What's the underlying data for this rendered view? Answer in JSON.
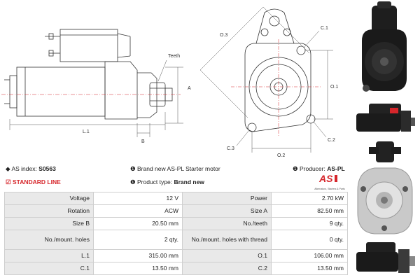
{
  "diagram": {
    "labels": {
      "teeth": "Teeth",
      "a": "A",
      "b": "B",
      "l1": "L.1",
      "o1": "O.1",
      "o2": "O.2",
      "o3": "O.3",
      "c1": "C.1",
      "c2": "C.2",
      "c3": "C.3"
    }
  },
  "info": {
    "as_index_label": "AS index:",
    "as_index_value": "S0563",
    "brand_text": "Brand new AS-PL Starter motor",
    "producer_label": "Producer:",
    "producer_value": "AS-PL",
    "standard_line": "STANDARD LINE",
    "product_type_label": "Product type:",
    "product_type_value": "Brand new",
    "logo_tagline": "Alternators, Starters & Parts"
  },
  "specs": [
    {
      "k1": "Voltage",
      "v1": "12 V",
      "k2": "Power",
      "v2": "2.70 kW"
    },
    {
      "k1": "Rotation",
      "v1": "ACW",
      "k2": "Size A",
      "v2": "82.50 mm"
    },
    {
      "k1": "Size B",
      "v1": "20.50 mm",
      "k2": "No./teeth",
      "v2": "9 qty."
    },
    {
      "k1": "No./mount. holes",
      "v1": "2 qty.",
      "k2": "No./mount. holes with thread",
      "v2": "0 qty."
    },
    {
      "k1": "L.1",
      "v1": "315.00 mm",
      "k2": "O.1",
      "v2": "106.00 mm"
    },
    {
      "k1": "C.1",
      "v1": "13.50 mm",
      "k2": "C.2",
      "v2": "13.50 mm"
    }
  ],
  "colors": {
    "accent_red": "#d6262b",
    "table_key_bg": "#e9e9e9",
    "border": "#cfcfcf"
  }
}
